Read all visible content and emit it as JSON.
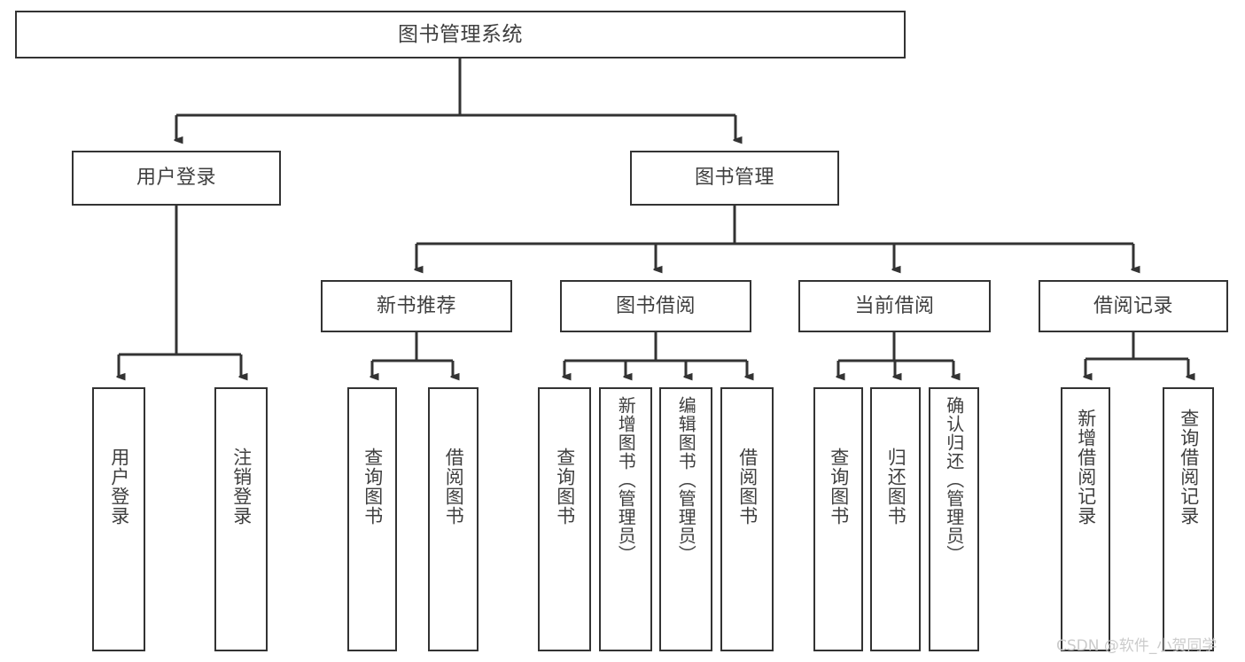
{
  "diagram": {
    "type": "tree-hierarchy-chart",
    "title": "图书管理系统",
    "watermark": "CSDN @软件_小贺同学",
    "style": {
      "box_border_color": "#333333",
      "box_fill_color": "#ffffff",
      "text_color": "#3f3f3f",
      "edge_color": "#333333",
      "background": "#ffffff",
      "watermark_color": "#c9c9c9"
    },
    "root": {
      "id": "root",
      "label": "图书管理系统"
    },
    "level2": [
      {
        "id": "user-login",
        "label": "用户登录"
      },
      {
        "id": "book-management",
        "label": "图书管理"
      }
    ],
    "level3": [
      {
        "id": "new-book-recommend",
        "label": "新书推荐"
      },
      {
        "id": "book-borrow",
        "label": "图书借阅"
      },
      {
        "id": "current-borrow",
        "label": "当前借阅"
      },
      {
        "id": "borrow-record",
        "label": "借阅记录"
      }
    ],
    "leaves": {
      "user_login": [
        {
          "id": "leaf-user-login",
          "label": "用户登录"
        },
        {
          "id": "leaf-logout-login",
          "label": "注销登录"
        }
      ],
      "new_book_recommend": [
        {
          "id": "leaf-query-book-1",
          "label": "查询图书"
        },
        {
          "id": "leaf-borrow-book-1",
          "label": "借阅图书"
        }
      ],
      "book_borrow": [
        {
          "id": "leaf-query-book-2",
          "label": "查询图书"
        },
        {
          "id": "leaf-add-book",
          "label": "新增图书（管理员）"
        },
        {
          "id": "leaf-edit-book",
          "label": "编辑图书（管理员）"
        },
        {
          "id": "leaf-borrow-book-2",
          "label": "借阅图书"
        }
      ],
      "current_borrow": [
        {
          "id": "leaf-query-book-3",
          "label": "查询图书"
        },
        {
          "id": "leaf-return-book",
          "label": "归还图书"
        },
        {
          "id": "leaf-confirm-return",
          "label": "确认归还（管理员）"
        }
      ],
      "borrow_record": [
        {
          "id": "leaf-add-record",
          "label": "新增借阅记录"
        },
        {
          "id": "leaf-query-record",
          "label": "查询借阅记录"
        }
      ]
    }
  }
}
